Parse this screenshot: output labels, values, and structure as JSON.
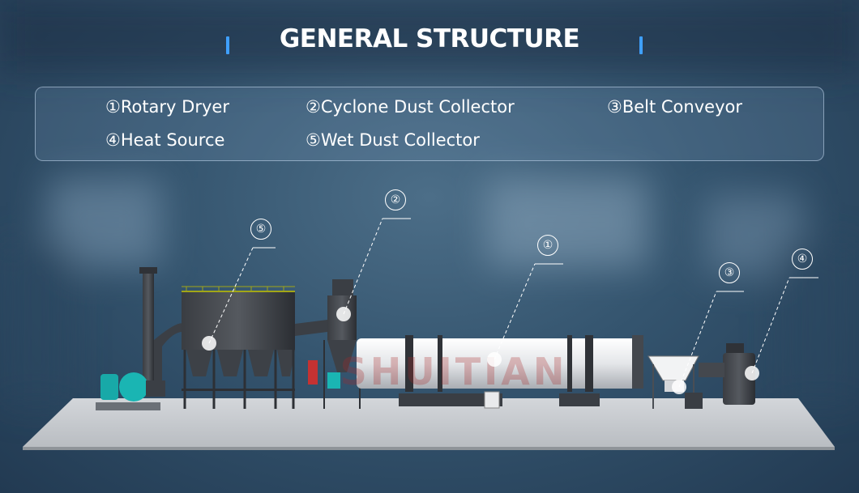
{
  "title": "GENERAL STRUCTURE",
  "legend": [
    "①Rotary Dryer",
    "②Cyclone Dust Collector",
    "③Belt Conveyor",
    "④Heat Source",
    "⑤Wet Dust Collector"
  ],
  "callouts": [
    "①",
    "②",
    "③",
    "④",
    "⑤"
  ],
  "watermark": "SHUITIAN",
  "colors": {
    "accent": "#3fa0ff",
    "text": "#ffffff"
  }
}
